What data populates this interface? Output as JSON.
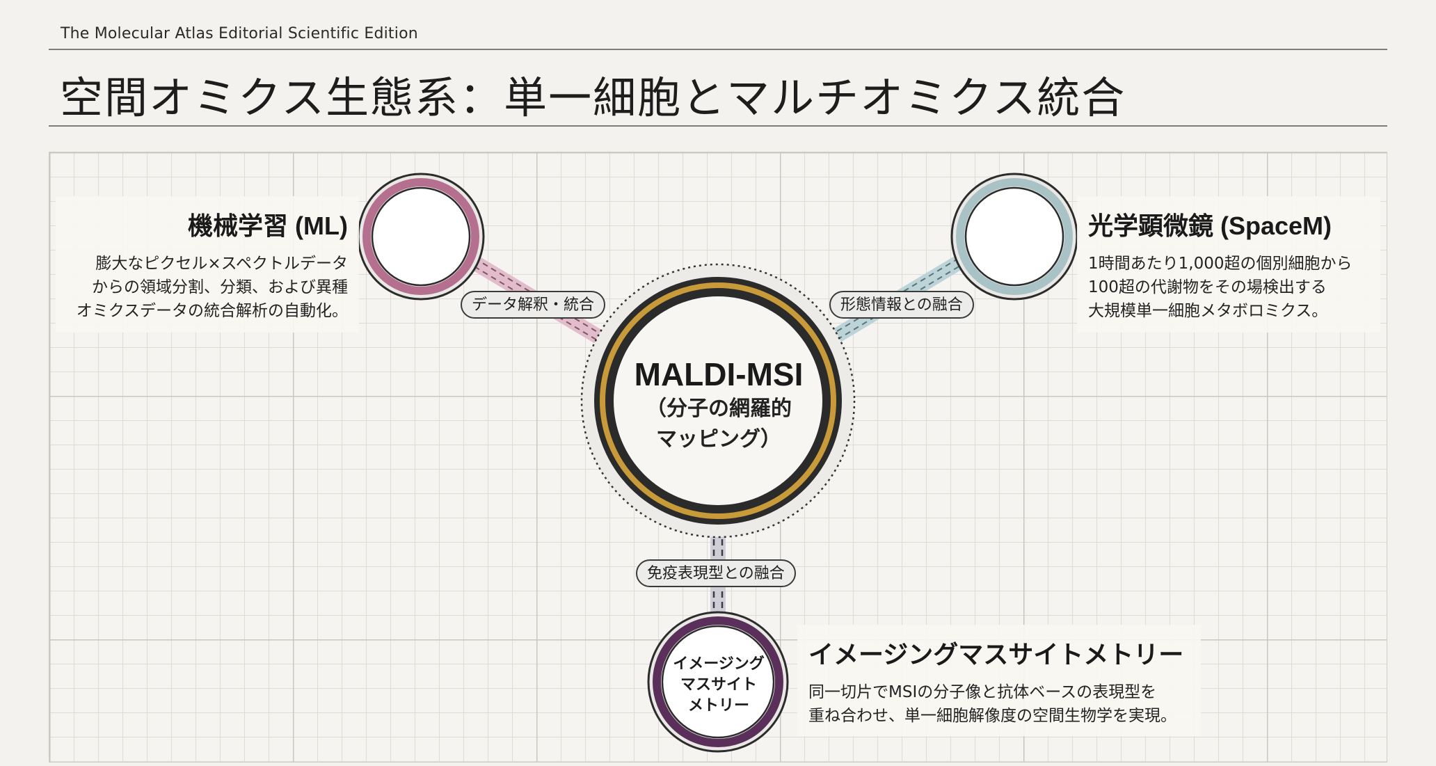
{
  "header": {
    "edition": "The Molecular Atlas Editorial Scientific Edition",
    "title": "空間オミクス生態系：単一細胞とマルチオミクス統合"
  },
  "center": {
    "title": "MALDI-MSI",
    "subtitle_line1": "（分子の網羅的",
    "subtitle_line2": "マッピング）",
    "ring_color": "#c89a3a"
  },
  "nodes": {
    "ml": {
      "title": "機械学習 (ML)",
      "desc": [
        "膨大なピクセル×スペクトルデータ",
        "からの領域分割、分類、および異種",
        "オミクスデータの統合解析の自動化。"
      ],
      "ring_color": "#b5708f"
    },
    "optical": {
      "title": "光学顕微鏡 (SpaceM)",
      "desc": [
        "1時間あたり1,000超の個別細胞から",
        "100超の代謝物をその場検出する",
        "大規模単一細胞メタボロミクス。"
      ],
      "ring_color": "#a8c2c6"
    },
    "imc": {
      "title": "イメージングマスサイトメトリー",
      "circle_label": [
        "イメージング",
        "マスサイト",
        "メトリー"
      ],
      "desc": [
        "同一切片でMSIの分子像と抗体ベースの表現型を",
        "重ね合わせ、単一細胞解像度の空間生物学を実現。"
      ],
      "ring_color": "#5a2f5a"
    }
  },
  "connections": {
    "ml": "データ解釈・統合",
    "optical": "形態情報との融合",
    "imc": "免疫表現型との融合"
  }
}
